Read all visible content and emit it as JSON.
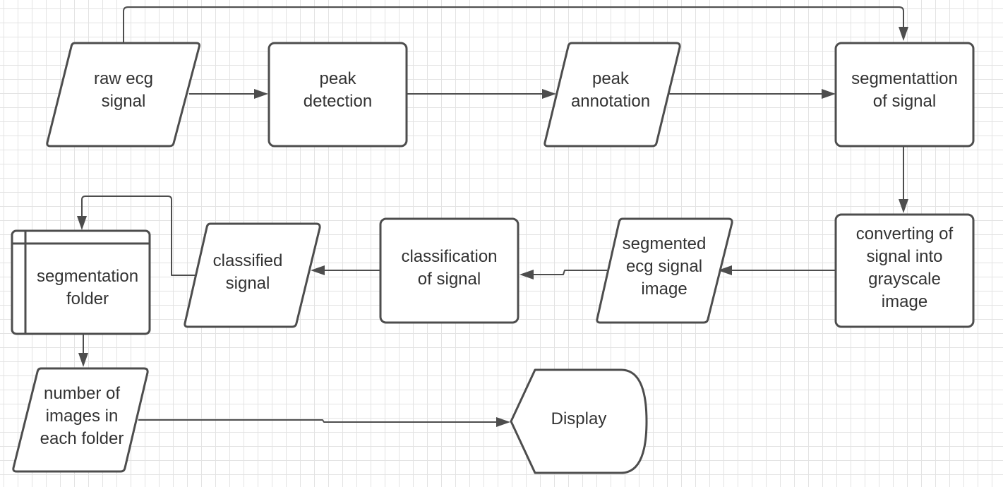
{
  "nodes": {
    "raw_ecg_signal": "raw ecg\nsignal",
    "peak_detection": "peak\ndetection",
    "peak_annotation": "peak\nannotation",
    "segmentation_of_signal": "segmentattion\nof signal",
    "converting_signal": "converting of\nsignal into\ngrayscale\nimage",
    "segmented_image": "segmented\necg signal\nimage",
    "classification": "classification\nof signal",
    "classified_signal": "classified\nsignal",
    "segmentation_folder": "segmentation\nfolder",
    "number_of_images": "number of\nimages in\neach folder",
    "display": "Display"
  },
  "shapes": {
    "raw_ecg_signal": "parallelogram",
    "peak_detection": "process",
    "peak_annotation": "parallelogram",
    "segmentation_of_signal": "process",
    "converting_signal": "process",
    "segmented_image": "parallelogram",
    "classification": "process",
    "classified_signal": "parallelogram",
    "segmentation_folder": "internal-storage",
    "number_of_images": "parallelogram",
    "display": "display"
  },
  "edges": [
    [
      "raw_ecg_signal",
      "peak_detection"
    ],
    [
      "peak_detection",
      "peak_annotation"
    ],
    [
      "peak_annotation",
      "segmentation_of_signal"
    ],
    [
      "raw_ecg_signal",
      "segmentation_of_signal"
    ],
    [
      "segmentation_of_signal",
      "converting_signal"
    ],
    [
      "converting_signal",
      "segmented_image"
    ],
    [
      "segmented_image",
      "classification"
    ],
    [
      "classification",
      "classified_signal"
    ],
    [
      "classified_signal",
      "segmentation_folder"
    ],
    [
      "segmentation_folder",
      "number_of_images"
    ],
    [
      "number_of_images",
      "display"
    ]
  ]
}
